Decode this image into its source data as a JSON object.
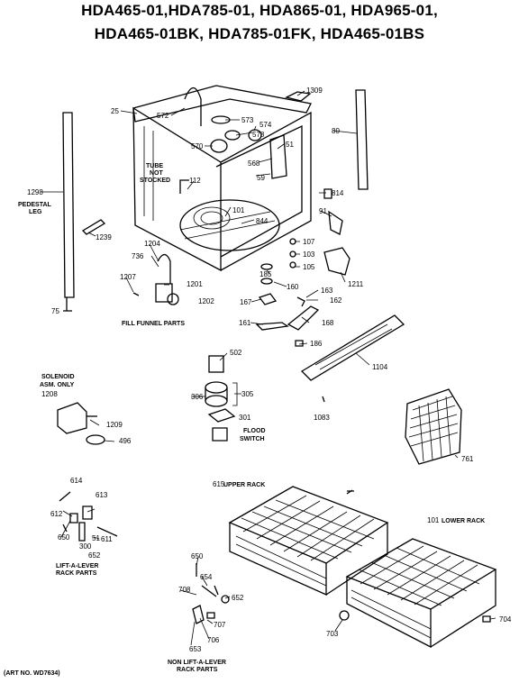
{
  "header": {
    "line1": "HDA465-01,HDA785-01, HDA865-01, HDA965-01,",
    "line2": "HDA465-01BK, HDA785-01FK, HDA465-01BS"
  },
  "captions": {
    "tube_not_stocked_1": "TUBE",
    "tube_not_stocked_2": "NOT",
    "tube_not_stocked_3": "STOCKED",
    "pedestal_leg_1": "PEDESTAL",
    "pedestal_leg_2": "LEG",
    "fill_funnel": "FILL FUNNEL PARTS",
    "solenoid_1": "SOLENOID",
    "solenoid_2": "ASM. ONLY",
    "flood_switch_1": "FLOOD",
    "flood_switch_2": "SWITCH",
    "upper_rack": "UPPER RACK",
    "lower_rack": "LOWER RACK",
    "lift_lever_1": "LIFT-A-LEVER",
    "lift_lever_2": "RACK PARTS",
    "non_lift_lever_1": "NON LIFT-A-LEVER",
    "non_lift_lever_2": "RACK PARTS"
  },
  "footer": {
    "art_no": "(ART NO. WD7634)"
  },
  "callouts": {
    "c25": "25",
    "c572": "572",
    "c573": "573",
    "c574": "574",
    "c578": "578",
    "c570": "570",
    "c51": "51",
    "c568": "568",
    "c59": "59",
    "c1309": "1309",
    "c80": "80",
    "c1298": "1298",
    "c112": "112",
    "c101": "101",
    "c844": "844",
    "c814": "814",
    "c91": "91",
    "c1239": "1239",
    "c1204": "1204",
    "c736": "736",
    "c1207": "1207",
    "c1201": "1201",
    "c1202": "1202",
    "c75": "75",
    "c107": "107",
    "c103": "103",
    "c105": "105",
    "c185": "185",
    "c160": "160",
    "c1211": "1211",
    "c167": "167",
    "c163": "163",
    "c162": "162",
    "c161": "161",
    "c168": "168",
    "c186": "186",
    "c1104": "1104",
    "c502": "502",
    "c306": "306",
    "c305": "305",
    "c301": "301",
    "c1083": "1083",
    "c1208": "1208",
    "c1209": "1209",
    "c496": "496",
    "c761": "761",
    "c615": "615",
    "c101b": "101",
    "c614": "614",
    "c613": "613",
    "c612": "612",
    "c650": "650",
    "c300": "300",
    "c611": "611",
    "c51b": "51",
    "c652": "652",
    "c650b": "650",
    "c654": "654",
    "c708": "708",
    "c652b": "652",
    "c707": "707",
    "c706": "706",
    "c653": "653",
    "c703": "703",
    "c704": "704"
  }
}
